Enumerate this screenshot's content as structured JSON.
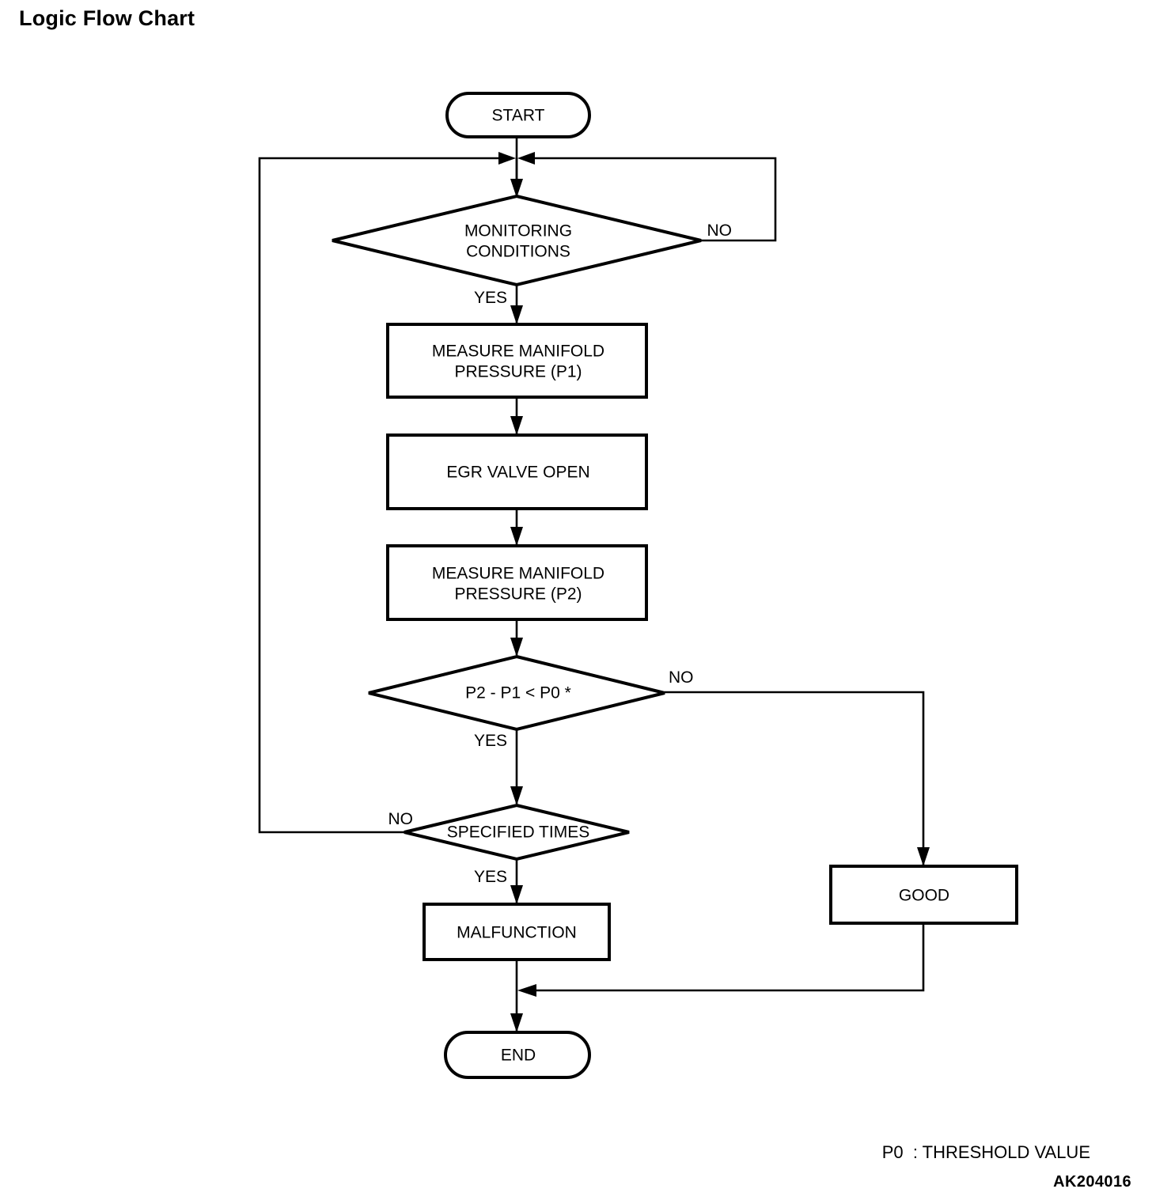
{
  "title": "Logic Flow Chart",
  "footnote": "P0  : THRESHOLD VALUE",
  "image_code": "AK204016",
  "chart_data": {
    "type": "diagram",
    "diagram_kind": "flowchart",
    "title": "Logic Flow Chart",
    "orientation": "top-to-bottom",
    "nodes": [
      {
        "id": "start",
        "shape": "terminator",
        "label": "START"
      },
      {
        "id": "monitor",
        "shape": "decision",
        "label": "MONITORING CONDITIONS",
        "line1": "MONITORING",
        "line2": "CONDITIONS"
      },
      {
        "id": "measure1",
        "shape": "process",
        "label": "MEASURE MANIFOLD PRESSURE (P1)",
        "line1": "MEASURE MANIFOLD",
        "line2": "PRESSURE (P1)"
      },
      {
        "id": "egr",
        "shape": "process",
        "label": "EGR VALVE OPEN",
        "line1": "EGR VALVE OPEN",
        "line2": ""
      },
      {
        "id": "measure2",
        "shape": "process",
        "label": "MEASURE MANIFOLD PRESSURE (P2)",
        "line1": "MEASURE MANIFOLD",
        "line2": "PRESSURE (P2)"
      },
      {
        "id": "compare",
        "shape": "decision",
        "label": "P2 - P1 < P0 *",
        "line1": "P2 - P1 < P0 *",
        "line2": ""
      },
      {
        "id": "times",
        "shape": "decision",
        "label": "SPECIFIED TIMES",
        "line1": "SPECIFIED TIMES",
        "line2": ""
      },
      {
        "id": "malfunction",
        "shape": "process",
        "label": "MALFUNCTION",
        "line1": "MALFUNCTION",
        "line2": ""
      },
      {
        "id": "good",
        "shape": "process",
        "label": "GOOD",
        "line1": "GOOD",
        "line2": ""
      },
      {
        "id": "end",
        "shape": "terminator",
        "label": "END"
      }
    ],
    "edges": [
      {
        "from": "start",
        "to": "monitor",
        "label": ""
      },
      {
        "from": "monitor",
        "to": "measure1",
        "label": "YES"
      },
      {
        "from": "monitor",
        "to": "monitor",
        "label": "NO",
        "note": "loops back to junction above MONITORING CONDITIONS via right path"
      },
      {
        "from": "measure1",
        "to": "egr",
        "label": ""
      },
      {
        "from": "egr",
        "to": "measure2",
        "label": ""
      },
      {
        "from": "measure2",
        "to": "compare",
        "label": ""
      },
      {
        "from": "compare",
        "to": "times",
        "label": "YES"
      },
      {
        "from": "compare",
        "to": "good",
        "label": "NO"
      },
      {
        "from": "times",
        "to": "malfunction",
        "label": "YES"
      },
      {
        "from": "times",
        "to": "monitor",
        "label": "NO",
        "note": "loops back to junction above MONITORING CONDITIONS via left path"
      },
      {
        "from": "malfunction",
        "to": "end",
        "label": ""
      },
      {
        "from": "good",
        "to": "end",
        "label": ""
      }
    ],
    "branch_labels": {
      "monitor_no": "NO",
      "monitor_yes": "YES",
      "compare_no": "NO",
      "compare_yes": "YES",
      "times_no": "NO",
      "times_yes": "YES"
    },
    "legend": "P0  : THRESHOLD VALUE",
    "colors": {
      "stroke": "#000000",
      "fill": "#ffffff",
      "text": "#000000"
    }
  }
}
